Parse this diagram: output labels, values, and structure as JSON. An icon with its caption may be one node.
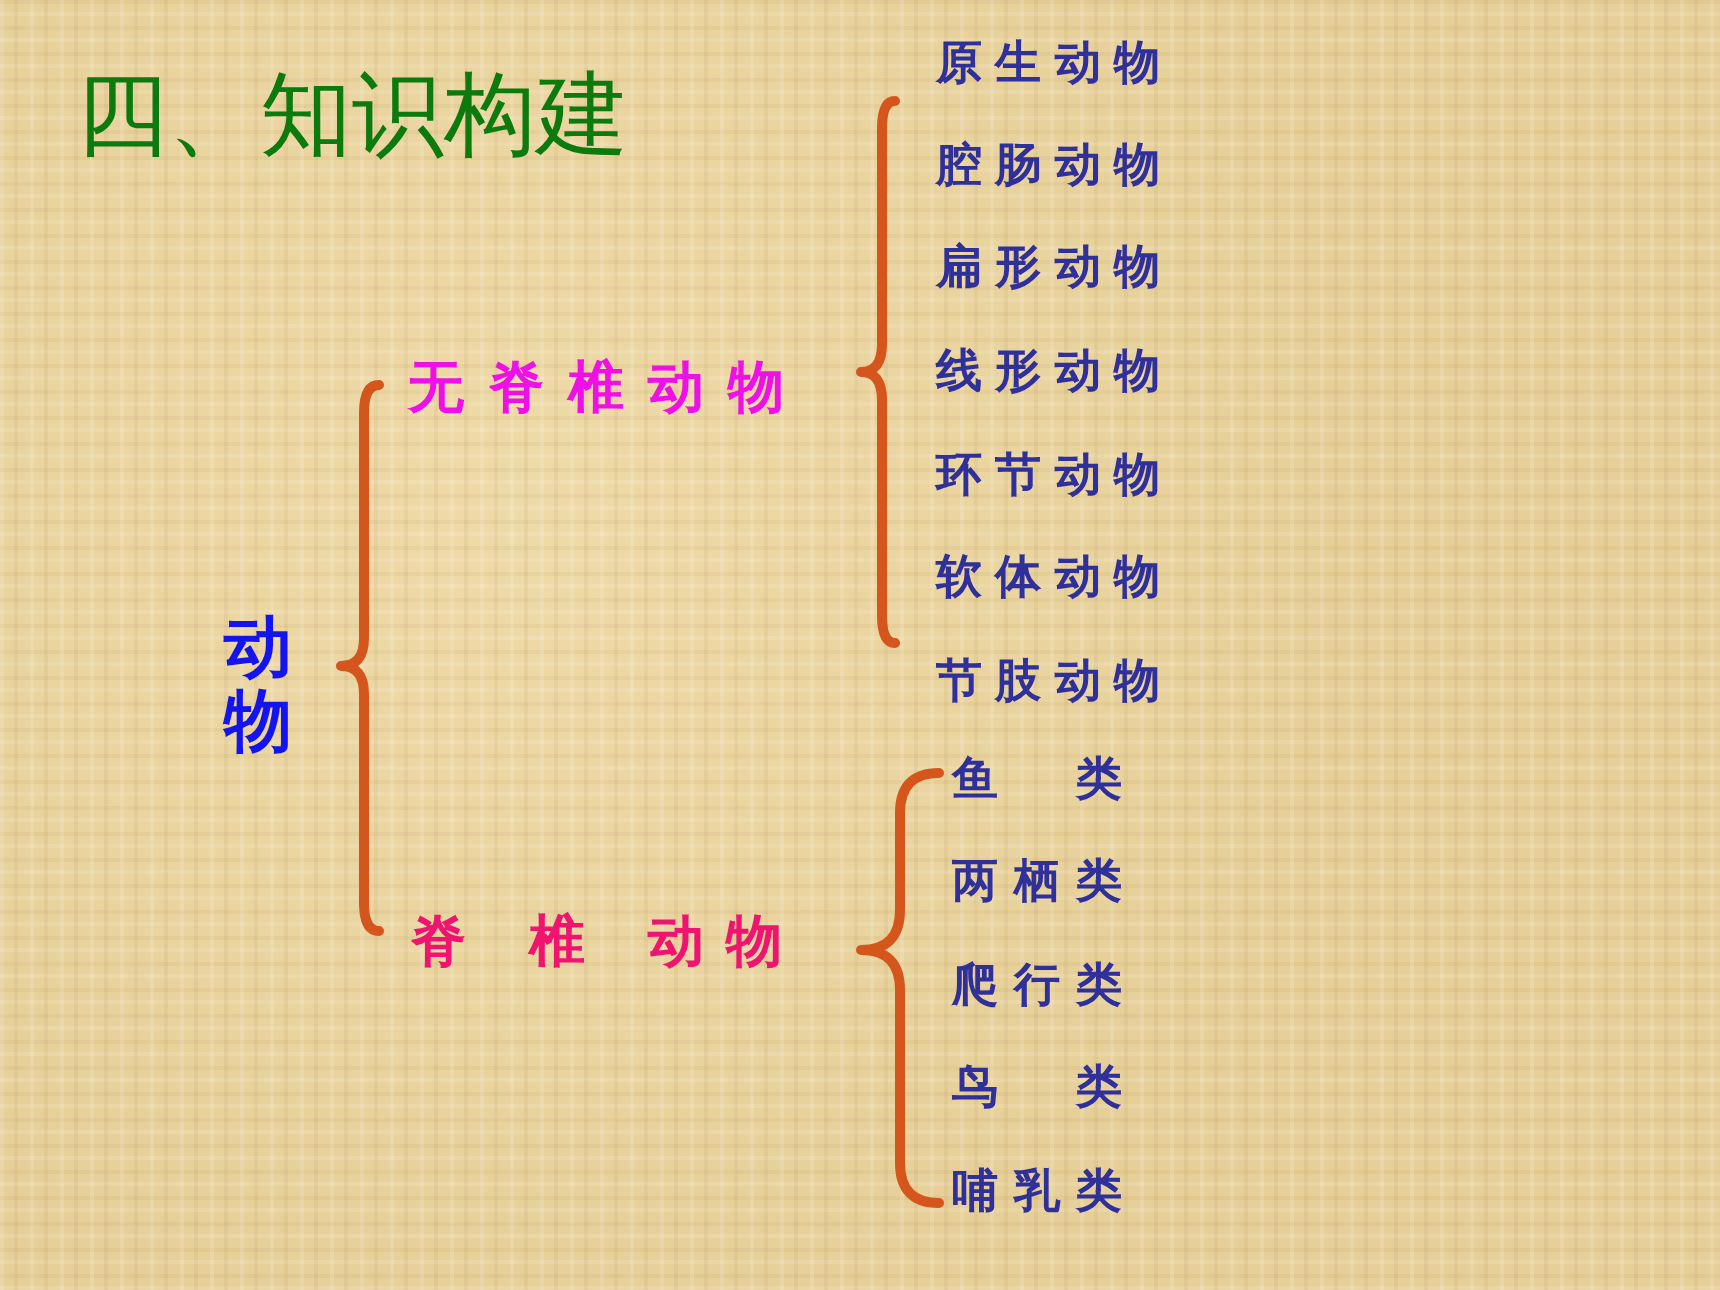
{
  "diagram": {
    "title": "四、知识构建",
    "labels": [
      "动物",
      "无脊椎动物",
      "原生动物",
      "腔肠动物",
      "扁形动物",
      "线形动物",
      "环节动物",
      "软体动物",
      "节肢动物",
      "脊 椎 动物",
      "鱼 类",
      "两栖类",
      "爬行类",
      "鸟 类",
      "哺乳类"
    ]
  }
}
